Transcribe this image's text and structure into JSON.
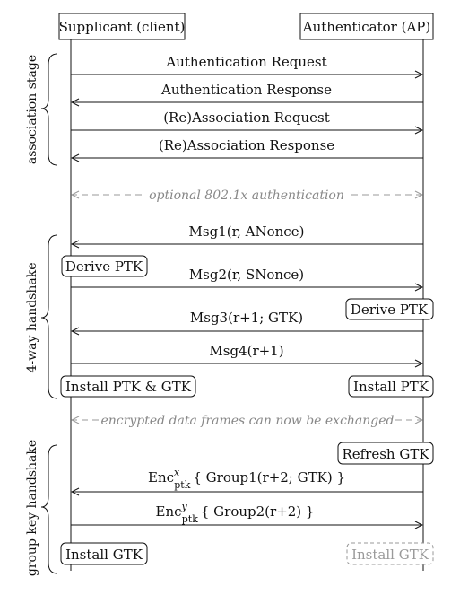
{
  "actors": {
    "supplicant": "Supplicant (client)",
    "authenticator": "Authenticator (AP)"
  },
  "stages": {
    "association": "association stage",
    "four_way": "4-way handshake",
    "group_key": "group key handshake"
  },
  "messages": {
    "auth_request": "Authentication Request",
    "auth_response": "Authentication Response",
    "reassoc_request": "(Re)Association Request",
    "reassoc_response": "(Re)Association Response",
    "optional_8021x": "optional 802.1x authentication",
    "msg1": "Msg1(r, ANonce)",
    "msg2": "Msg2(r, SNonce)",
    "msg3": "Msg3(r+1; GTK)",
    "msg4": "Msg4(r+1)",
    "encrypted_note": "encrypted data frames can now be exchanged",
    "group1": {
      "prefix": "Enc",
      "sub": "ptk",
      "sup": "x",
      "body": "{ Group1(r+2; GTK) }"
    },
    "group2": {
      "prefix": "Enc",
      "sub": "ptk",
      "sup": "y",
      "body": "{ Group2(r+2) }"
    }
  },
  "actions": {
    "derive_ptk_client": "Derive PTK",
    "derive_ptk_ap": "Derive PTK",
    "install_ptk_gtk": "Install PTK & GTK",
    "install_ptk": "Install PTK",
    "refresh_gtk": "Refresh GTK",
    "install_gtk_client": "Install GTK",
    "install_gtk_ap": "Install GTK"
  }
}
